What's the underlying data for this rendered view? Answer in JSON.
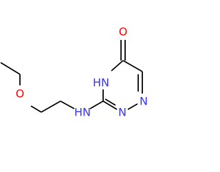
{
  "colors": {
    "carbon_bond": "#000000",
    "nitrogen": "#3333ff",
    "oxygen": "#ff0000"
  },
  "atoms": {
    "oxygen_carbonyl": "O",
    "oxygen_ether": "O",
    "nitrogen_ring_4": "N",
    "hydrogen_ring_4": "H",
    "nitrogen_ring_1": "N",
    "nitrogen_ring_2": "N",
    "nitrogen_amine": "N",
    "hydrogen_amine": "H"
  }
}
